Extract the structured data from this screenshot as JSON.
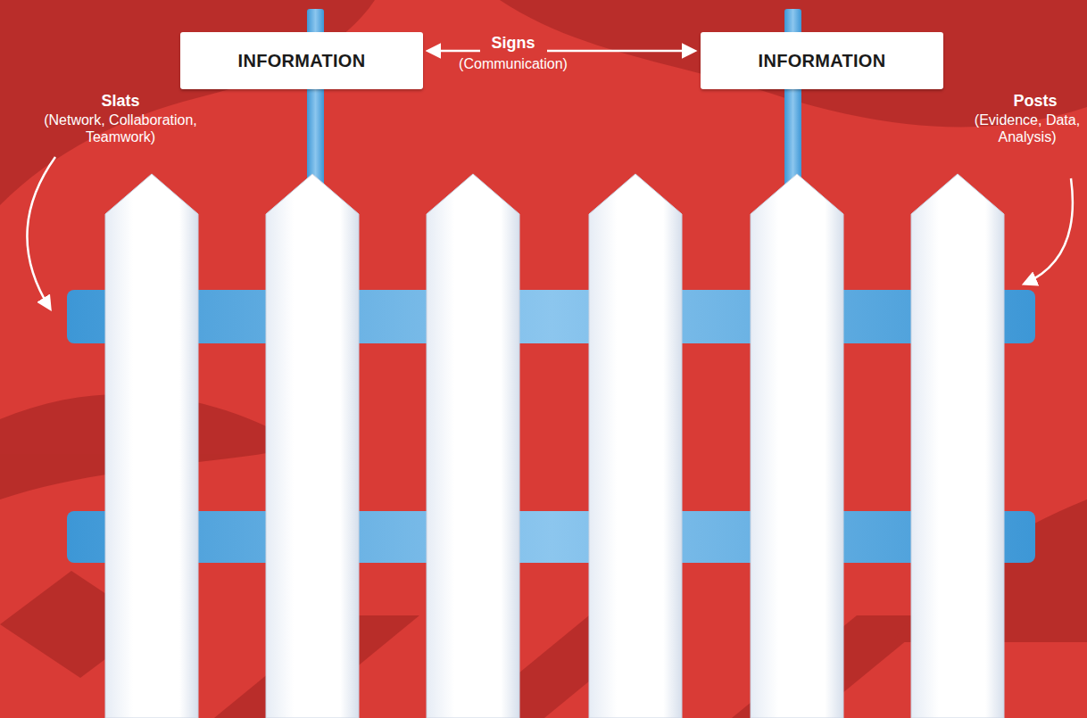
{
  "diagram": {
    "nodes": [
      {
        "text": [
          "INFORMATION"
        ]
      },
      {
        "text": [
          "INFORMATION"
        ]
      }
    ],
    "labels": [
      "Signs",
      "(Communication)",
      "Slats",
      "(Network, Collaboration, Teamwork)",
      "Posts",
      "(Evidence, Data, Analysis)"
    ]
  }
}
